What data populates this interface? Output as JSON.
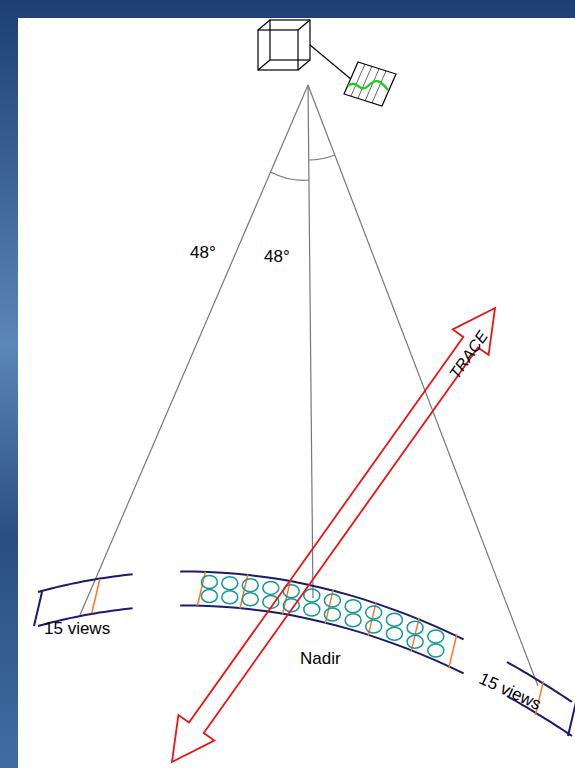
{
  "diagram": {
    "labels": [
      "48°",
      "48°",
      "TRACE",
      "15 views",
      "Nadir",
      "15 views"
    ]
  }
}
